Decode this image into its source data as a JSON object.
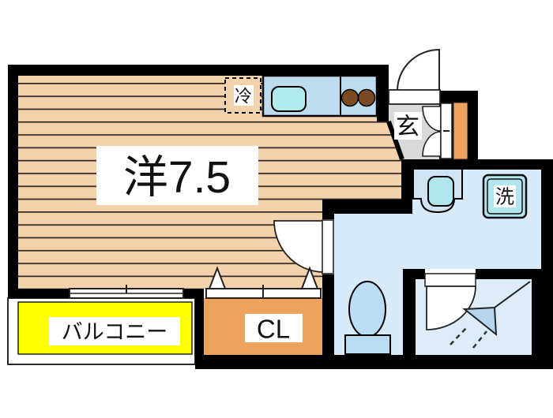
{
  "floorplan": {
    "labels": {
      "main_room": "洋7.5",
      "balcony": "バルコニー",
      "closet": "CL",
      "entrance": "玄",
      "washing_machine": "洗",
      "refrigerator": "冷"
    },
    "colors": {
      "wall": "#000000",
      "flooring": "#f4d2ac",
      "flooring_line": "#2e2a26",
      "kitchen_counter": "#bedcf0",
      "sink": "#b2ebeb",
      "burner": "#7b4b26",
      "entrance_floor": "#d9d9d9",
      "washroom": "#d8e9f8",
      "bath": "#dcecf9",
      "fixture_blue": "#badcf4",
      "basin": "#b2e6ee",
      "vanity": "#cfe3f3",
      "shower": "#b5d4ee",
      "closet_fill": "#eda25e",
      "entrance_cabinet": "#efa25f",
      "balcony_fill": "#ffff00",
      "label_bg": "#ffffff",
      "door_fill": "#ffffff"
    }
  }
}
